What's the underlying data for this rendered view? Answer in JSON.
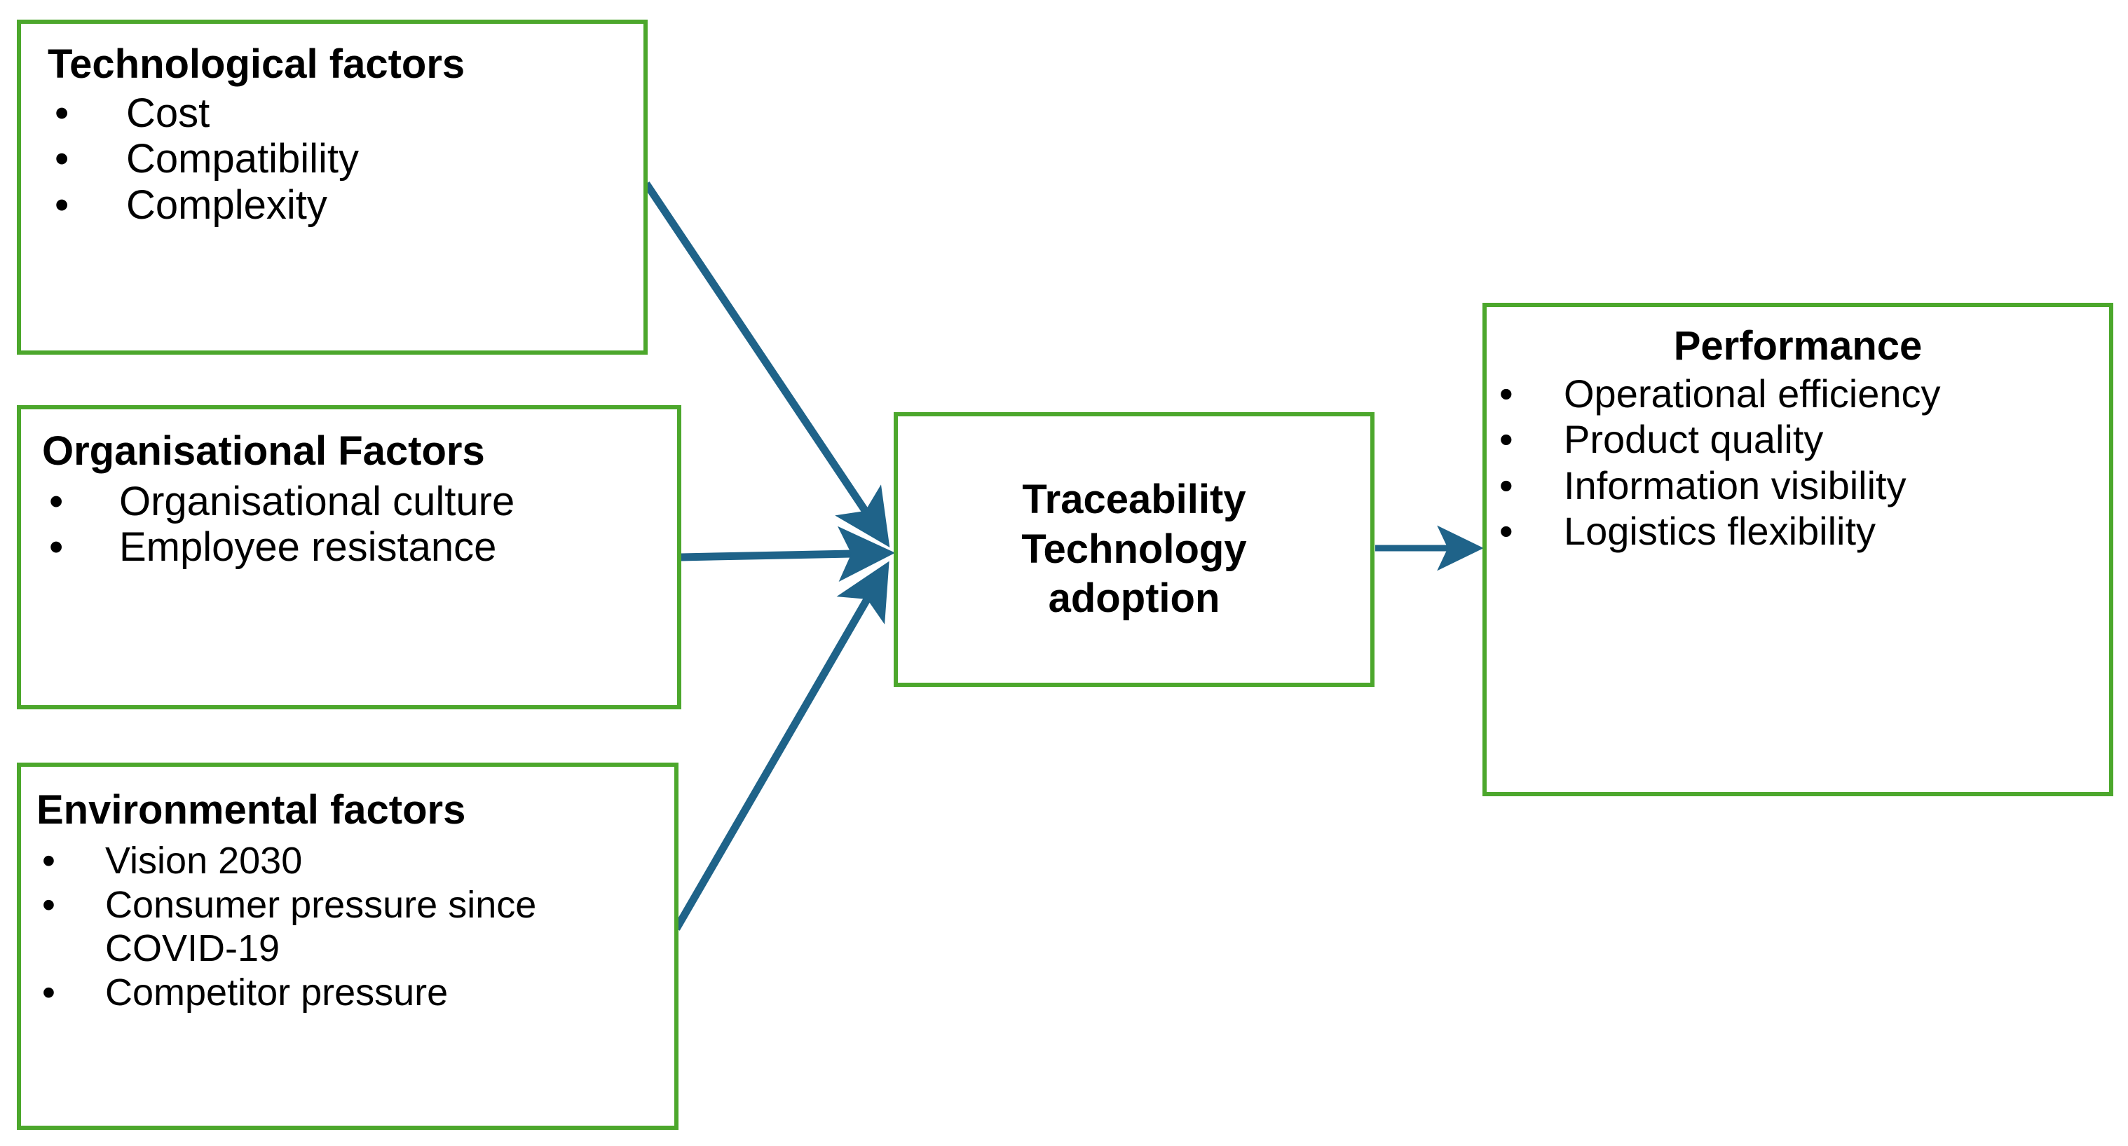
{
  "diagram": {
    "title_visible": false,
    "colors": {
      "box_border": "#4CA72C",
      "arrow": "#1F6389",
      "text": "#000000",
      "background": "#FFFFFF"
    },
    "bullet_glyph": "•",
    "nodes": {
      "technological": {
        "title": "Technological factors",
        "bullets": [
          "Cost",
          "Compatibility",
          "Complexity"
        ]
      },
      "organisational": {
        "title": "Organisational Factors",
        "bullets": [
          "Organisational culture",
          "Employee resistance"
        ]
      },
      "environmental": {
        "title": "Environmental factors",
        "bullets": [
          "Vision 2030",
          "Consumer pressure since COVID-19",
          "Competitor pressure"
        ]
      },
      "center": {
        "line1": "Traceability",
        "line2": "Technology",
        "line3": "adoption"
      },
      "performance": {
        "title": "Performance",
        "bullets": [
          "Operational efficiency",
          "Product quality",
          "Information visibility",
          "Logistics flexibility"
        ]
      }
    },
    "arrows": [
      {
        "name": "technological-to-center",
        "from": "technological",
        "to": "center"
      },
      {
        "name": "organisational-to-center",
        "from": "organisational",
        "to": "center"
      },
      {
        "name": "environmental-to-center",
        "from": "environmental",
        "to": "center"
      },
      {
        "name": "center-to-performance",
        "from": "center",
        "to": "performance"
      }
    ]
  }
}
